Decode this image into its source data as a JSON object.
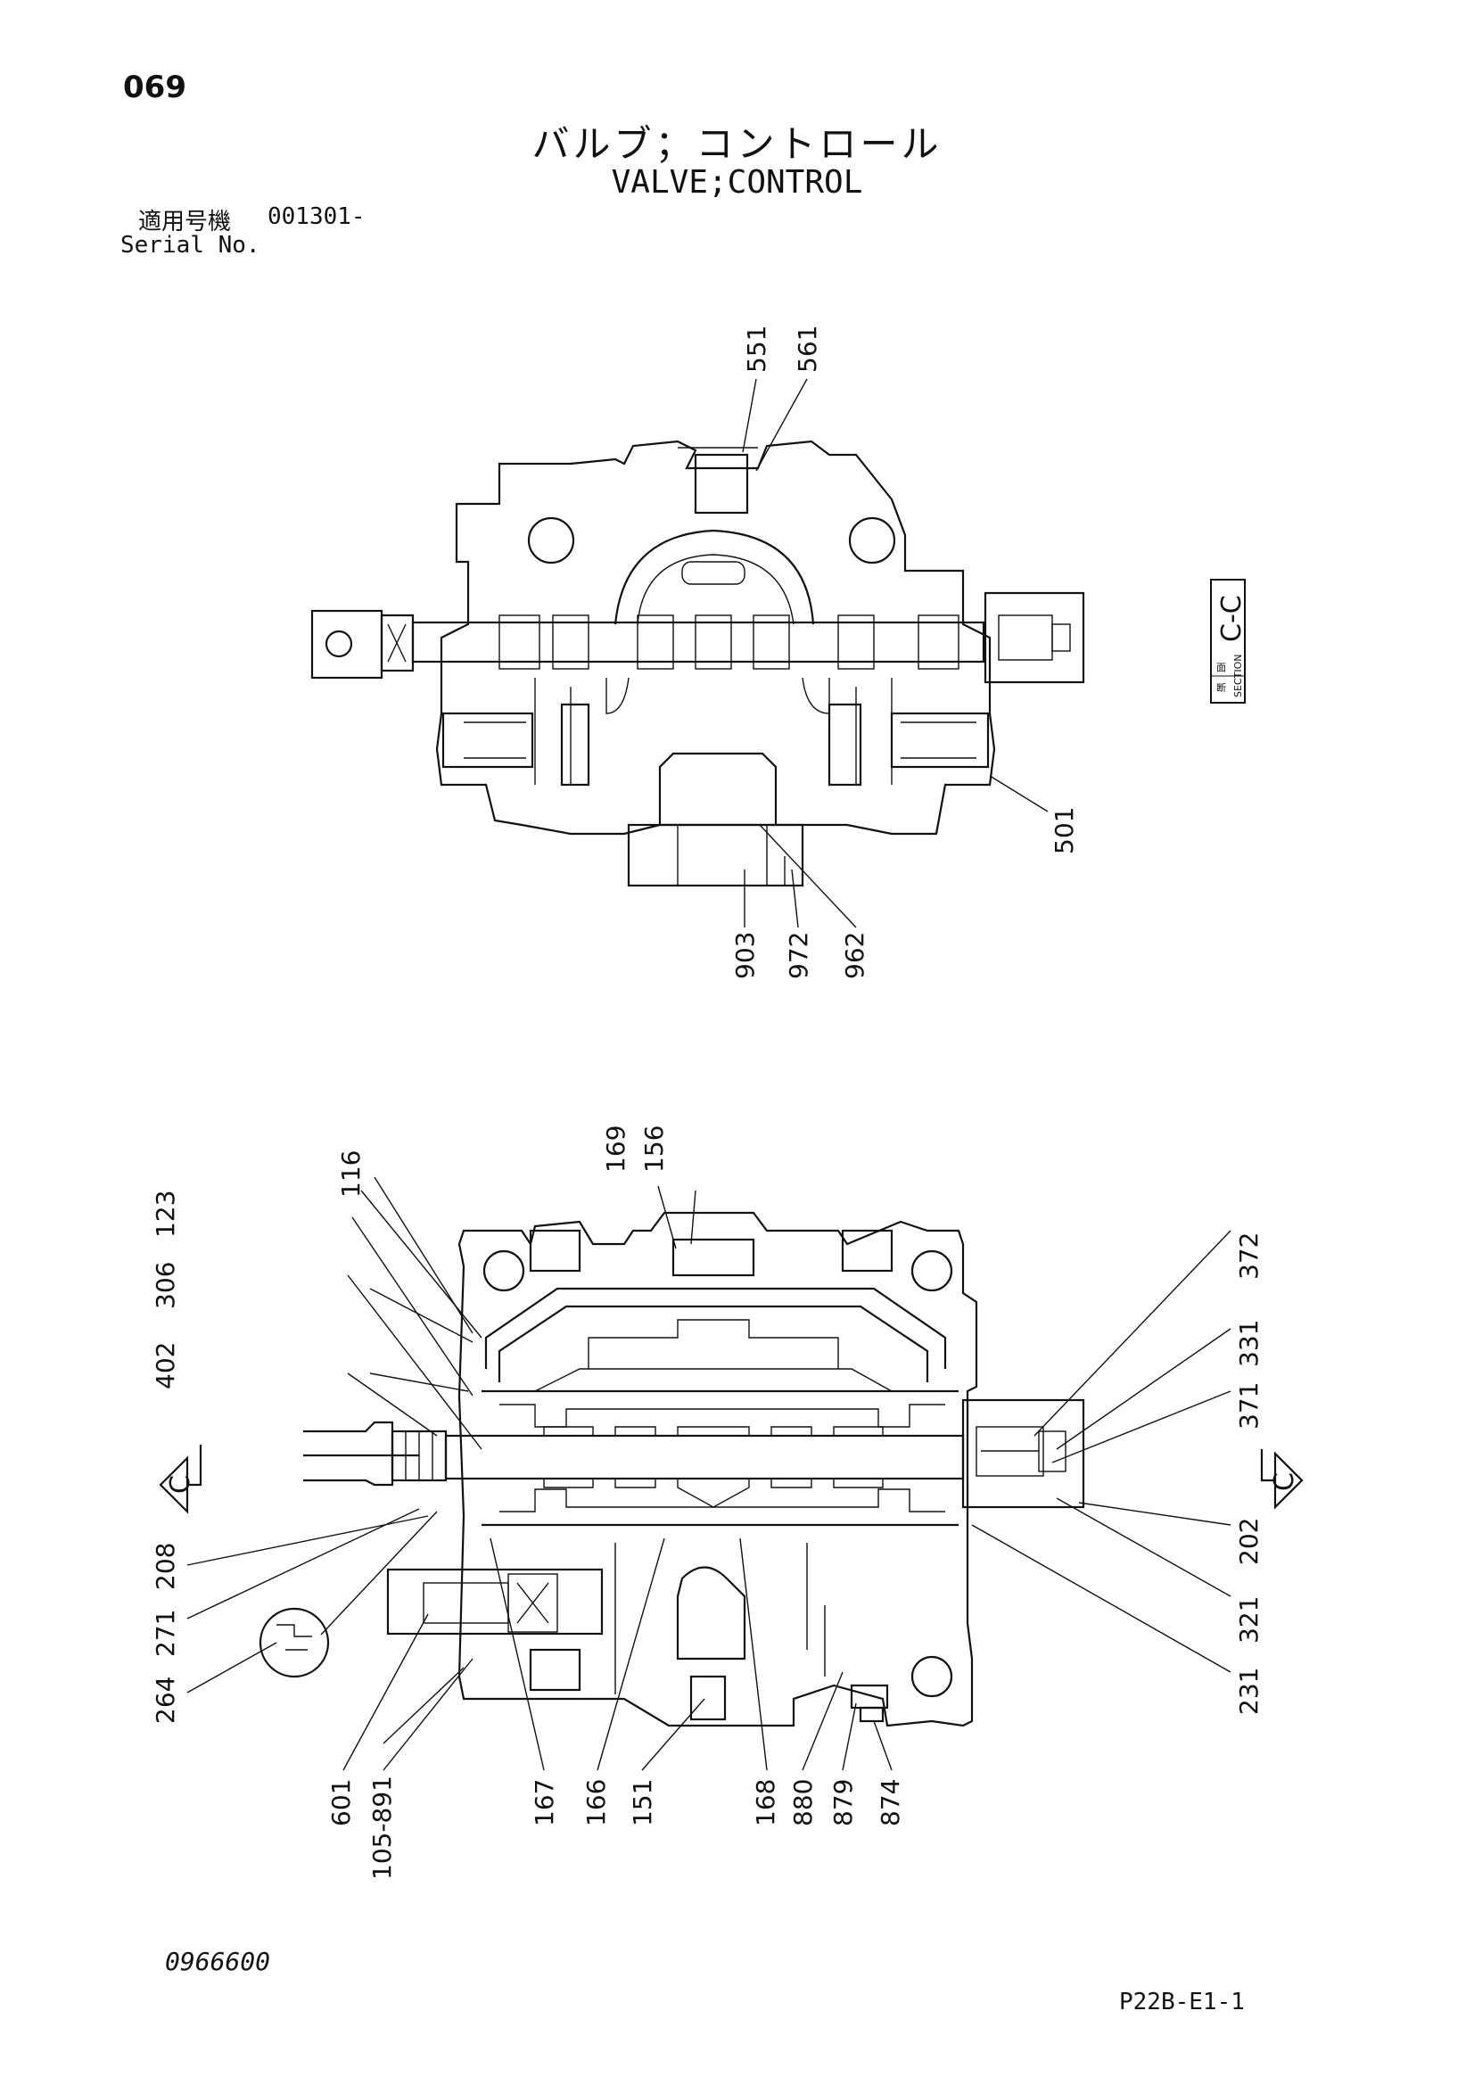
{
  "header": {
    "page_number": "069",
    "title_jp": "バルブ；コントロール",
    "title_en": "VALVE;CONTROL",
    "serial_label_jp": "適用号機",
    "serial_label_en": "Serial No.",
    "serial_value": "001301-"
  },
  "section_label": {
    "jp_top": "断",
    "jp_bottom": "面",
    "en": "SECTION",
    "name": "C-C"
  },
  "section_arrows": {
    "left_letter": "C",
    "right_letter": "C"
  },
  "top_view_parts": [
    "551",
    "561",
    "501",
    "903",
    "972",
    "962"
  ],
  "bottom_view_parts": [
    "169",
    "156",
    "116",
    "123",
    "306",
    "402",
    "208",
    "271",
    "264",
    "601",
    "105-891",
    "167",
    "166",
    "151",
    "168",
    "880",
    "879",
    "874",
    "372",
    "331",
    "371",
    "202",
    "321",
    "231"
  ],
  "footer": {
    "doc_code": "0966600",
    "page_code": "P22B-E1-1"
  }
}
